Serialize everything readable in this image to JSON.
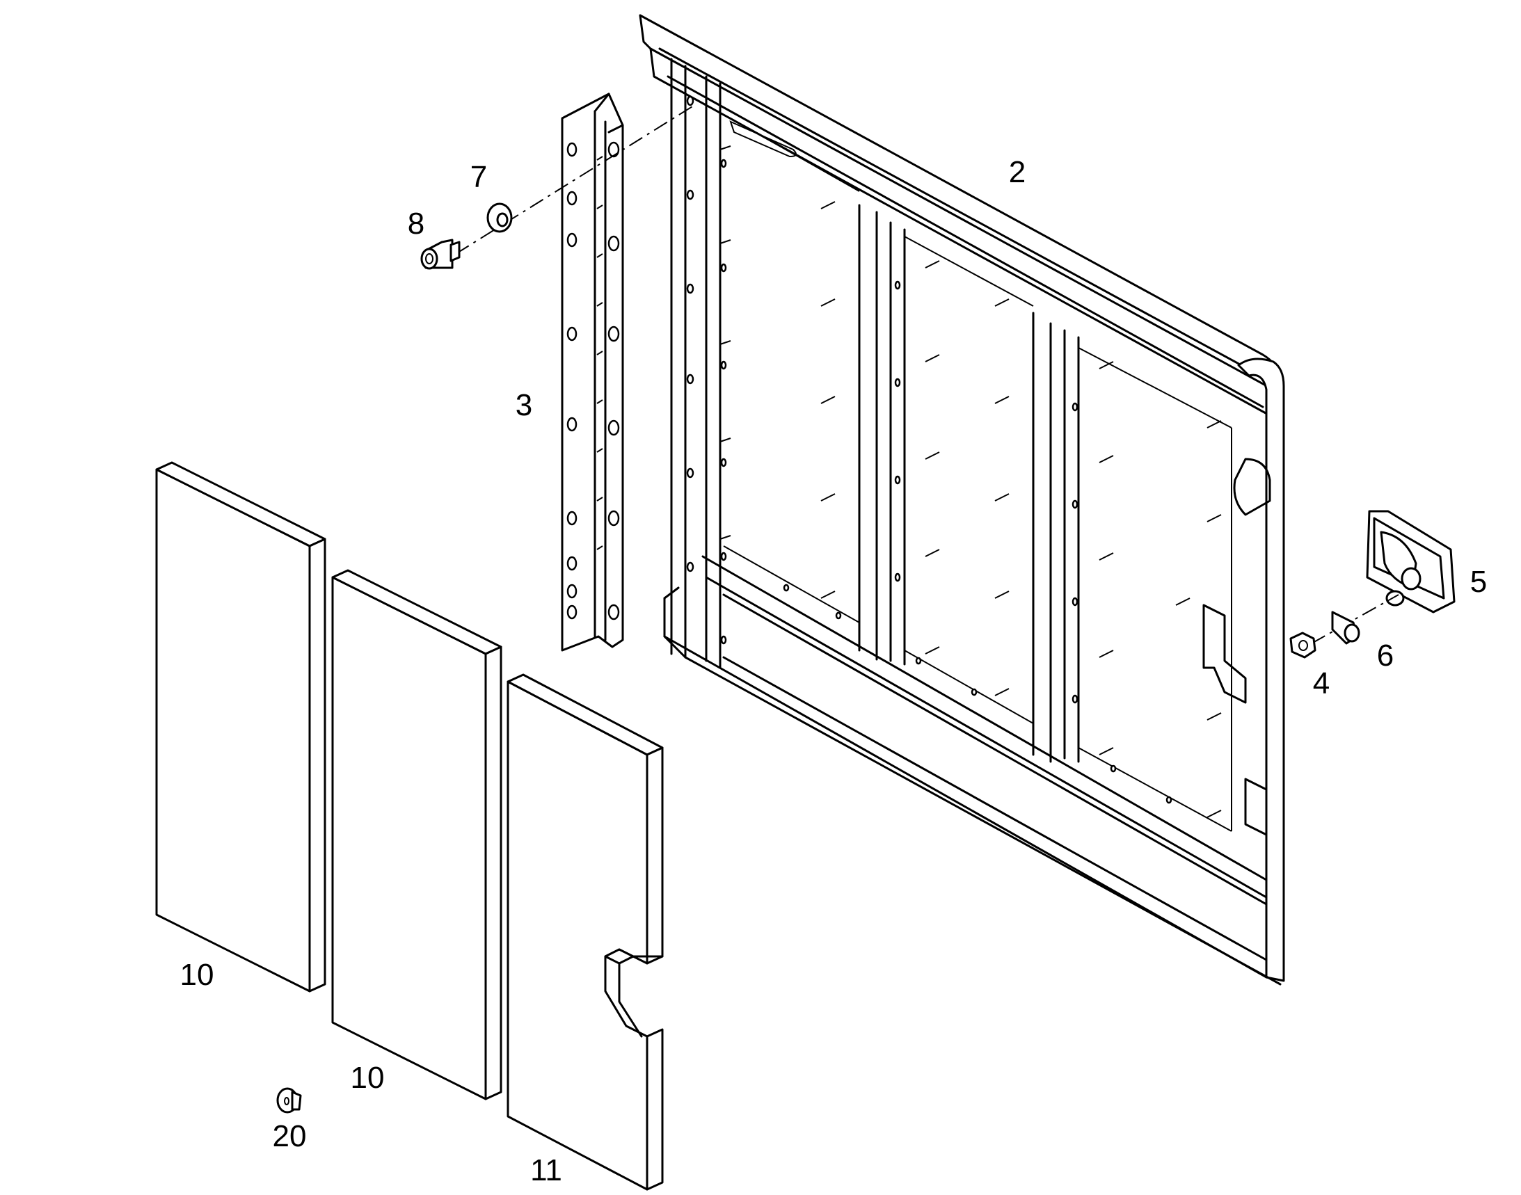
{
  "callouts": [
    {
      "id": "label-2",
      "text": "2"
    },
    {
      "id": "label-3",
      "text": "3"
    },
    {
      "id": "label-4",
      "text": "4"
    },
    {
      "id": "label-5",
      "text": "5"
    },
    {
      "id": "label-6",
      "text": "6"
    },
    {
      "id": "label-7",
      "text": "7"
    },
    {
      "id": "label-8",
      "text": "8"
    },
    {
      "id": "label-10a",
      "text": "10"
    },
    {
      "id": "label-10b",
      "text": "10"
    },
    {
      "id": "label-11",
      "text": "11"
    },
    {
      "id": "label-20",
      "text": "20"
    }
  ]
}
